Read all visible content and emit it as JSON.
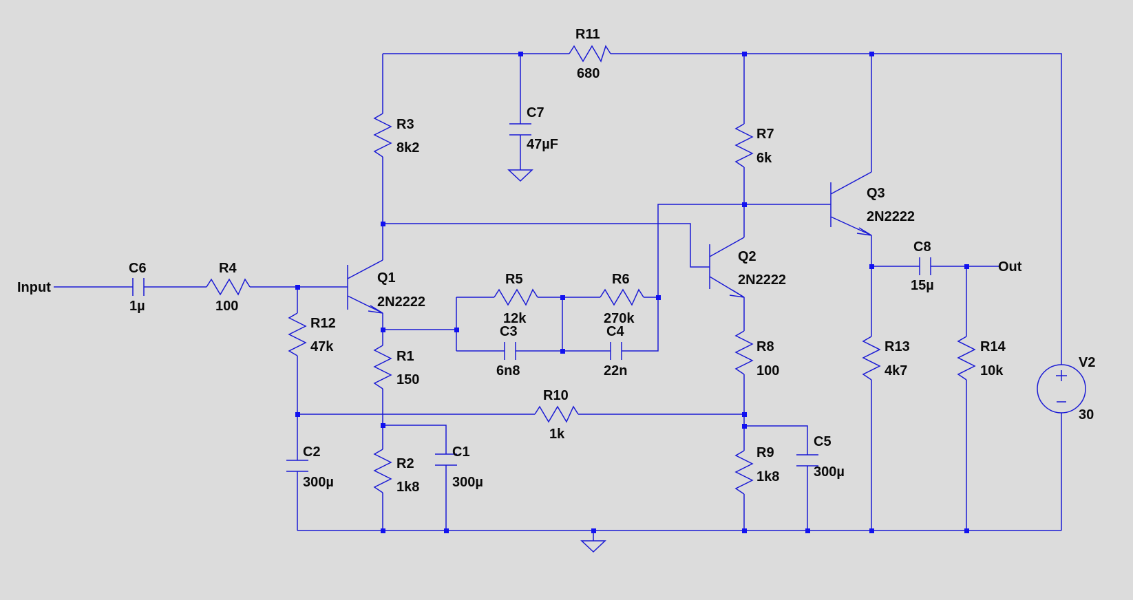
{
  "colors": {
    "background": "#dcdcdc",
    "wire": "#1a1ad4",
    "junction": "#1212f0",
    "text": "#0a0a0a"
  },
  "ports": {
    "input": "Input",
    "output": "Out"
  },
  "components": {
    "C6": {
      "name": "C6",
      "value": "1µ"
    },
    "R4": {
      "name": "R4",
      "value": "100"
    },
    "R12": {
      "name": "R12",
      "value": "47k"
    },
    "C2": {
      "name": "C2",
      "value": "300µ"
    },
    "Q1": {
      "name": "Q1",
      "value": "2N2222"
    },
    "R3": {
      "name": "R3",
      "value": "8k2"
    },
    "R1": {
      "name": "R1",
      "value": "150"
    },
    "R2": {
      "name": "R2",
      "value": "1k8"
    },
    "C1": {
      "name": "C1",
      "value": "300µ"
    },
    "C7": {
      "name": "C7",
      "value": "47µF"
    },
    "R11": {
      "name": "R11",
      "value": "680"
    },
    "R5": {
      "name": "R5",
      "value": "12k"
    },
    "C3": {
      "name": "C3",
      "value": "6n8"
    },
    "R6": {
      "name": "R6",
      "value": "270k"
    },
    "C4": {
      "name": "C4",
      "value": "22n"
    },
    "R10": {
      "name": "R10",
      "value": "1k"
    },
    "R7": {
      "name": "R7",
      "value": "6k"
    },
    "Q2": {
      "name": "Q2",
      "value": "2N2222"
    },
    "R8": {
      "name": "R8",
      "value": "100"
    },
    "R9": {
      "name": "R9",
      "value": "1k8"
    },
    "C5": {
      "name": "C5",
      "value": "300µ"
    },
    "Q3": {
      "name": "Q3",
      "value": "2N2222"
    },
    "C8": {
      "name": "C8",
      "value": "15µ"
    },
    "R13": {
      "name": "R13",
      "value": "4k7"
    },
    "R14": {
      "name": "R14",
      "value": "10k"
    },
    "V2": {
      "name": "V2",
      "value": "30"
    }
  }
}
